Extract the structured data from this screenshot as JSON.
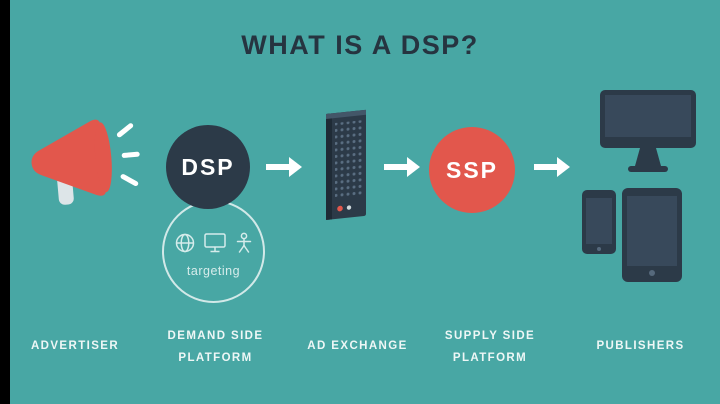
{
  "title": "WHAT IS A DSP?",
  "nodes": {
    "advertiser": {
      "label": "ADVERTISER"
    },
    "dsp": {
      "abbr": "DSP",
      "label1": "DEMAND SIDE",
      "label2": "PLATFORM",
      "targeting": "targeting"
    },
    "ad_exchange": {
      "label": "AD EXCHANGE"
    },
    "ssp": {
      "abbr": "SSP",
      "label1": "SUPPLY SIDE",
      "label2": "PLATFORM"
    },
    "publishers": {
      "label": "PUBLISHERS"
    }
  },
  "icons": {
    "advertiser": "megaphone-icon",
    "dsp_targeting": [
      "globe-icon",
      "monitor-icon",
      "person-icon"
    ],
    "ad_exchange": "server-tower-icon",
    "publishers": [
      "desktop-monitor-icon",
      "smartphone-icon",
      "tablet-icon"
    ],
    "flow_connector": "arrow-right-icon"
  },
  "colors": {
    "background": "#48A7A4",
    "dark_navy": "#2C3A48",
    "accent_red": "#E2574C",
    "title_text": "#263440",
    "label_text": "#EEF7F6"
  }
}
